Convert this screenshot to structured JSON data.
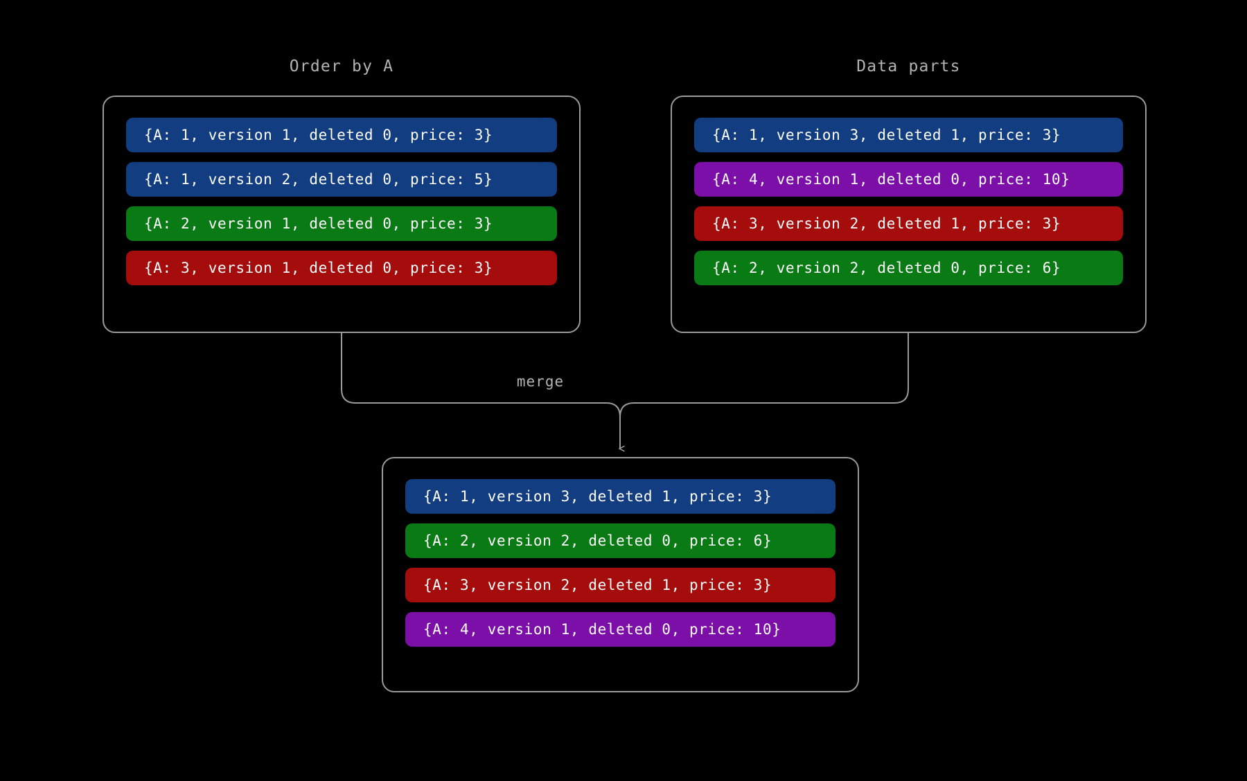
{
  "diagram": {
    "background_color": "#000000",
    "line_color": "#9b9b9b",
    "label_color": "#b3b3b3",
    "merge_label": "merge"
  },
  "colors": {
    "blue": "#123d80",
    "green": "#0a7a15",
    "red": "#a50d0d",
    "purple": "#7b0fa8"
  },
  "panels": {
    "order_by_a": {
      "title": "Order by A",
      "rows": [
        {
          "text": "{A: 1, version 1, deleted 0, price: 3}",
          "color": "blue"
        },
        {
          "text": "{A: 1, version 2, deleted 0, price: 5}",
          "color": "blue"
        },
        {
          "text": "{A: 2, version 1, deleted 0, price: 3}",
          "color": "green"
        },
        {
          "text": "{A: 3, version 1, deleted 0, price: 3}",
          "color": "red"
        }
      ]
    },
    "data_parts": {
      "title": "Data parts",
      "rows": [
        {
          "text": "{A: 1, version 3, deleted 1, price: 3}",
          "color": "blue"
        },
        {
          "text": "{A: 4, version 1, deleted 0, price: 10}",
          "color": "purple"
        },
        {
          "text": "{A: 3, version 2, deleted 1, price: 3}",
          "color": "red"
        },
        {
          "text": "{A: 2, version 2, deleted 0, price: 6}",
          "color": "green"
        }
      ]
    },
    "merged": {
      "title": "",
      "rows": [
        {
          "text": "{A: 1, version 3, deleted 1, price: 3}",
          "color": "blue"
        },
        {
          "text": "{A: 2, version 2, deleted 0, price: 6}",
          "color": "green"
        },
        {
          "text": "{A: 3, version 2, deleted 1, price: 3}",
          "color": "red"
        },
        {
          "text": "{A: 4, version 1, deleted 0, price: 10}",
          "color": "purple"
        }
      ]
    }
  }
}
